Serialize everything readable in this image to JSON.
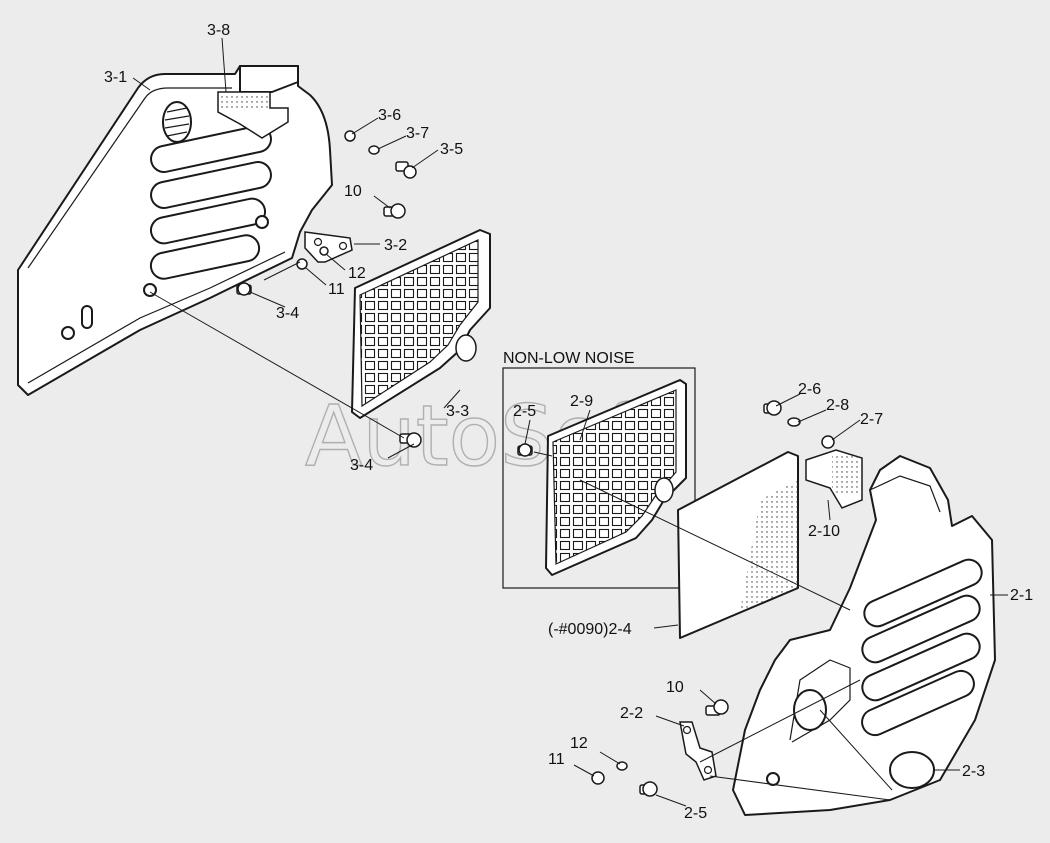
{
  "watermark": "AutoSoft",
  "variant_box_title": "NON-LOW NOISE",
  "callouts": [
    {
      "id": "c-3-8",
      "text": "3-8"
    },
    {
      "id": "c-3-1",
      "text": "3-1"
    },
    {
      "id": "c-3-6",
      "text": "3-6"
    },
    {
      "id": "c-3-7",
      "text": "3-7"
    },
    {
      "id": "c-3-5",
      "text": "3-5"
    },
    {
      "id": "c-10-top",
      "text": "10"
    },
    {
      "id": "c-3-2",
      "text": "3-2"
    },
    {
      "id": "c-12-top",
      "text": "12"
    },
    {
      "id": "c-11-top",
      "text": "11"
    },
    {
      "id": "c-3-4-top",
      "text": "3-4"
    },
    {
      "id": "c-3-3",
      "text": "3-3"
    },
    {
      "id": "c-3-4-bottom",
      "text": "3-4"
    },
    {
      "id": "c-2-5-top",
      "text": "2-5"
    },
    {
      "id": "c-2-9",
      "text": "2-9"
    },
    {
      "id": "c-2-6",
      "text": "2-6"
    },
    {
      "id": "c-2-8",
      "text": "2-8"
    },
    {
      "id": "c-2-7",
      "text": "2-7"
    },
    {
      "id": "c-2-10",
      "text": "2-10"
    },
    {
      "id": "c-2-1",
      "text": "2-1"
    },
    {
      "id": "c-2-4",
      "text": "(-#0090)2-4"
    },
    {
      "id": "c-10-bottom",
      "text": "10"
    },
    {
      "id": "c-2-2",
      "text": "2-2"
    },
    {
      "id": "c-12-bottom",
      "text": "12"
    },
    {
      "id": "c-11-bottom",
      "text": "11"
    },
    {
      "id": "c-2-3",
      "text": "2-3"
    },
    {
      "id": "c-2-5-bottom",
      "text": "2-5"
    }
  ]
}
